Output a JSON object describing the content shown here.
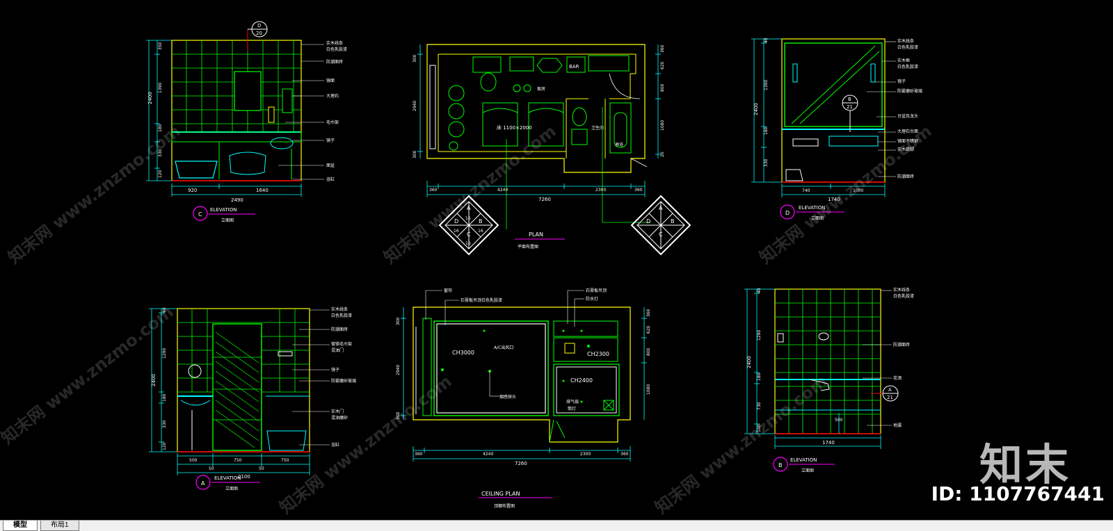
{
  "drawings": {
    "elev_c": {
      "tag": "C",
      "title": "ELEVATION",
      "subtitle": "立面图",
      "dims_bottom": [
        "920",
        "1640"
      ],
      "dim_total": "2490",
      "dims_left": [
        "350",
        "1390",
        "180",
        "330",
        "120"
      ],
      "dim_left_total": "2400",
      "notes": [
        "实木线条",
        "白色乳胶漆",
        "防潮面砖",
        "镜面",
        "大理石",
        "毛巾架",
        "镜子",
        "面盆",
        "浴缸"
      ]
    },
    "plan": {
      "title": "PLAN",
      "subtitle": "平面布置图",
      "bed_label": "床 1100×2000",
      "room_labels": [
        "客房",
        "卫生间",
        "淋浴"
      ],
      "bar_label": "BAR",
      "dims_bottom": [
        "360",
        "4240",
        "2300",
        "360"
      ],
      "dim_total": "7260",
      "dims_right": [
        "360",
        "620",
        "800",
        "1080",
        "20"
      ],
      "dims_left": [
        "300",
        "2940",
        "300"
      ]
    },
    "elev_d": {
      "tag": "D",
      "title": "ELEVATION",
      "subtitle": "立面图",
      "dims_bottom": [
        "740",
        "1000"
      ],
      "dim_total": "1740",
      "dims_left": [
        "40",
        "1390",
        "180",
        "330"
      ],
      "dim_left_total": "2400",
      "notes": [
        "实木线条",
        "白色乳胶漆",
        "实木框",
        "白色乳胶漆",
        "镜子",
        "防雾磨砂玻璃",
        "台盆及龙头",
        "大理石台面",
        "镜面不锈钢",
        "实木踢脚",
        "防潮面砖"
      ]
    },
    "elev_a": {
      "tag": "A",
      "title": "ELEVATION",
      "subtitle": "立面图",
      "dims_bottom": [
        "500",
        "750",
        "750"
      ],
      "dims_bottom2": [
        "50",
        "50"
      ],
      "dim_total": "2100",
      "dims_left": [
        "40",
        "1290",
        "180",
        "330",
        "120"
      ],
      "dim_left_total": "2400",
      "notes": [
        "实木线条",
        "白色乳胶漆",
        "防潮面砖",
        "镀铬毛巾架",
        "混油门",
        "镜子",
        "防雾磨砂玻璃",
        "实木门",
        "混油磨砂",
        "浴缸"
      ]
    },
    "ceiling": {
      "title": "CEILING PLAN",
      "subtitle": "顶棚布置图",
      "labels": [
        "CH3000",
        "A/C出风口",
        "烟感探头",
        "CH2300",
        "CH2400",
        "排气扇",
        "筒灯"
      ],
      "callouts": [
        "窗帘",
        "石膏板吊顶白色乳胶漆",
        "石膏板吊顶",
        "防水灯"
      ],
      "dims_bottom": [
        "360",
        "4240",
        "2300",
        "360"
      ],
      "dim_total": "7260",
      "dims_right": [
        "360",
        "620",
        "800",
        "1080"
      ],
      "dims_left": [
        "300",
        "2940",
        "300"
      ]
    },
    "elev_b": {
      "tag": "B",
      "title": "ELEVATION",
      "subtitle": "立面图",
      "dims_bottom": [
        "500"
      ],
      "dim_total": "1740",
      "dims_left": [
        "40",
        "1290",
        "180",
        "730",
        "100"
      ],
      "dim_left_total": "2400",
      "notes": [
        "实木线条",
        "白色乳胶漆",
        "防潮面砖",
        "花洒",
        "地漏"
      ]
    }
  },
  "symbols": {
    "top_left_callout": {
      "top": "D",
      "bottom": "20"
    },
    "elev_d_callout": {
      "top": "B",
      "bottom": "21"
    },
    "elev_b_callout": {
      "top": "A",
      "bottom": "21"
    },
    "compass_1": {
      "top": "A",
      "left": "D",
      "right": "B",
      "bottom": "C",
      "nums": [
        "16",
        "16",
        "16",
        "16"
      ]
    },
    "compass_2": {
      "top": "A",
      "left": "D",
      "right": "B",
      "bottom": "C"
    }
  },
  "watermark": {
    "logo": "知末",
    "id_text": "ID: 1107767441",
    "repeat": "知末网 www.znzmo.com"
  },
  "tabs": [
    {
      "label": "模型",
      "active": true
    },
    {
      "label": "布局1",
      "active": false
    }
  ],
  "colors": {
    "background": "#000000",
    "lines": "#00ff00",
    "outline": "#ffff00",
    "dims": "#00ffff",
    "leaders": "#ffffff",
    "accent": "#ff00ff",
    "red": "#ff0000"
  }
}
